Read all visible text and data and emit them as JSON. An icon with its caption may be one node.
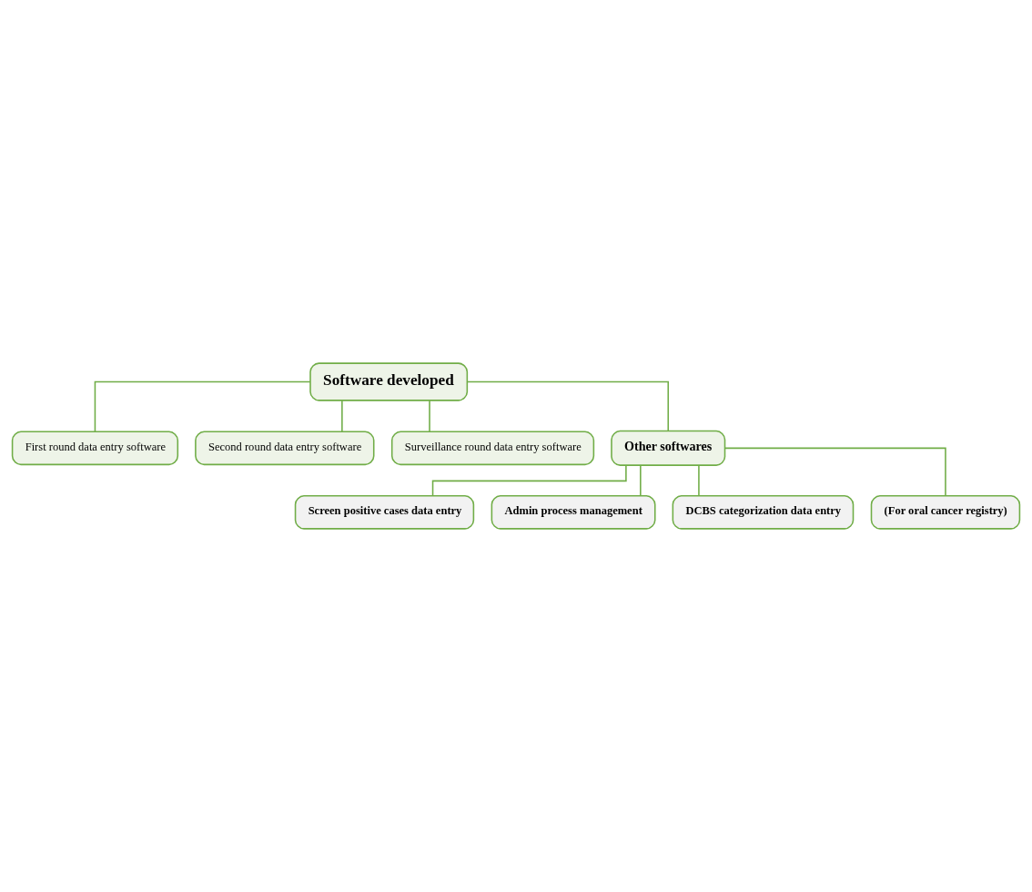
{
  "diagram": {
    "nodes": [
      {
        "text": [
          "Software developed"
        ]
      },
      {
        "text": [
          "First round data entry software"
        ]
      },
      {
        "text": [
          "Second round data entry software"
        ]
      },
      {
        "text": [
          "Surveillance round data entry software"
        ]
      },
      {
        "text": [
          "Other softwares"
        ]
      },
      {
        "text": [
          "Screen positive cases data entry"
        ]
      },
      {
        "text": [
          "Admin process management"
        ]
      },
      {
        "text": [
          "DCBS categorization data entry"
        ]
      },
      {
        "text": [
          "(For oral cancer registry)"
        ]
      }
    ],
    "edges": [
      {
        "from": 0,
        "to": 1,
        "arrow": "none"
      },
      {
        "from": 0,
        "to": 2,
        "arrow": "none"
      },
      {
        "from": 0,
        "to": 3,
        "arrow": "none"
      },
      {
        "from": 0,
        "to": 4,
        "arrow": "none"
      },
      {
        "from": 4,
        "to": 5,
        "arrow": "none"
      },
      {
        "from": 4,
        "to": 6,
        "arrow": "none"
      },
      {
        "from": 4,
        "to": 7,
        "arrow": "none"
      },
      {
        "from": 4,
        "to": 8,
        "arrow": "none"
      }
    ]
  }
}
